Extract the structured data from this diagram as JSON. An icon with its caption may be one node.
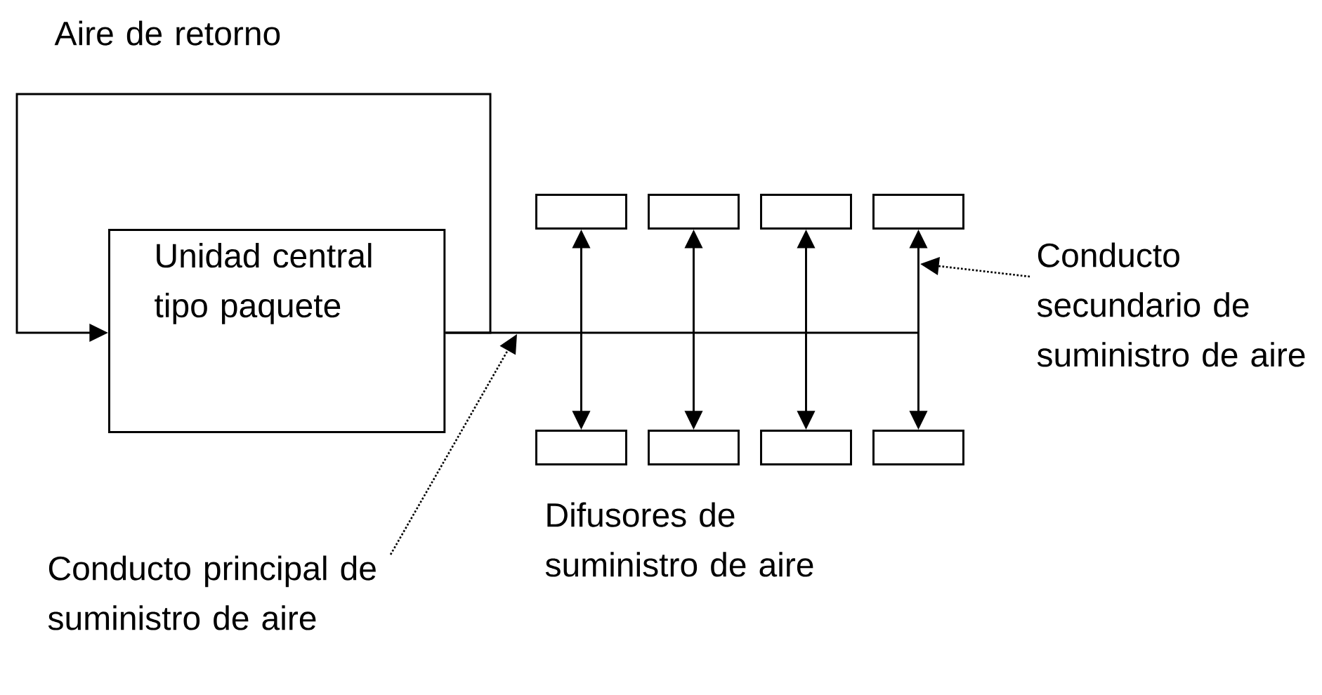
{
  "diagram": {
    "nodes": [
      {
        "text": [
          "Unidad central tipo paquete"
        ]
      },
      {
        "text": [],
        "shape": "box"
      },
      {
        "text": [],
        "shape": "box"
      },
      {
        "text": [],
        "shape": "box"
      },
      {
        "text": [],
        "shape": "box"
      },
      {
        "text": [],
        "shape": "box"
      },
      {
        "text": [],
        "shape": "box"
      },
      {
        "text": [],
        "shape": "box"
      },
      {
        "text": [],
        "shape": "box"
      },
      {
        "text": [
          "Conducto principal de suministro de aire"
        ]
      },
      {
        "text": [
          "Conducto secundario de suministro de aire"
        ]
      }
    ],
    "edges": [
      {
        "from": 0,
        "to": 0,
        "arrow": "to"
      },
      {
        "from": 0,
        "to": null,
        "arrow": "none"
      },
      {
        "from": 1,
        "to": 5,
        "arrow": "both"
      },
      {
        "from": 2,
        "to": 6,
        "arrow": "both"
      },
      {
        "from": 3,
        "to": 7,
        "arrow": "both"
      },
      {
        "from": 4,
        "to": 8,
        "arrow": "both"
      },
      {
        "from": 9,
        "to": null,
        "arrow": "to",
        "style": "dashed"
      },
      {
        "from": 10,
        "to": null,
        "arrow": "to",
        "style": "dashed"
      }
    ],
    "labels": [
      "Aire de retorno",
      "Difusores de suministro de aire"
    ]
  }
}
